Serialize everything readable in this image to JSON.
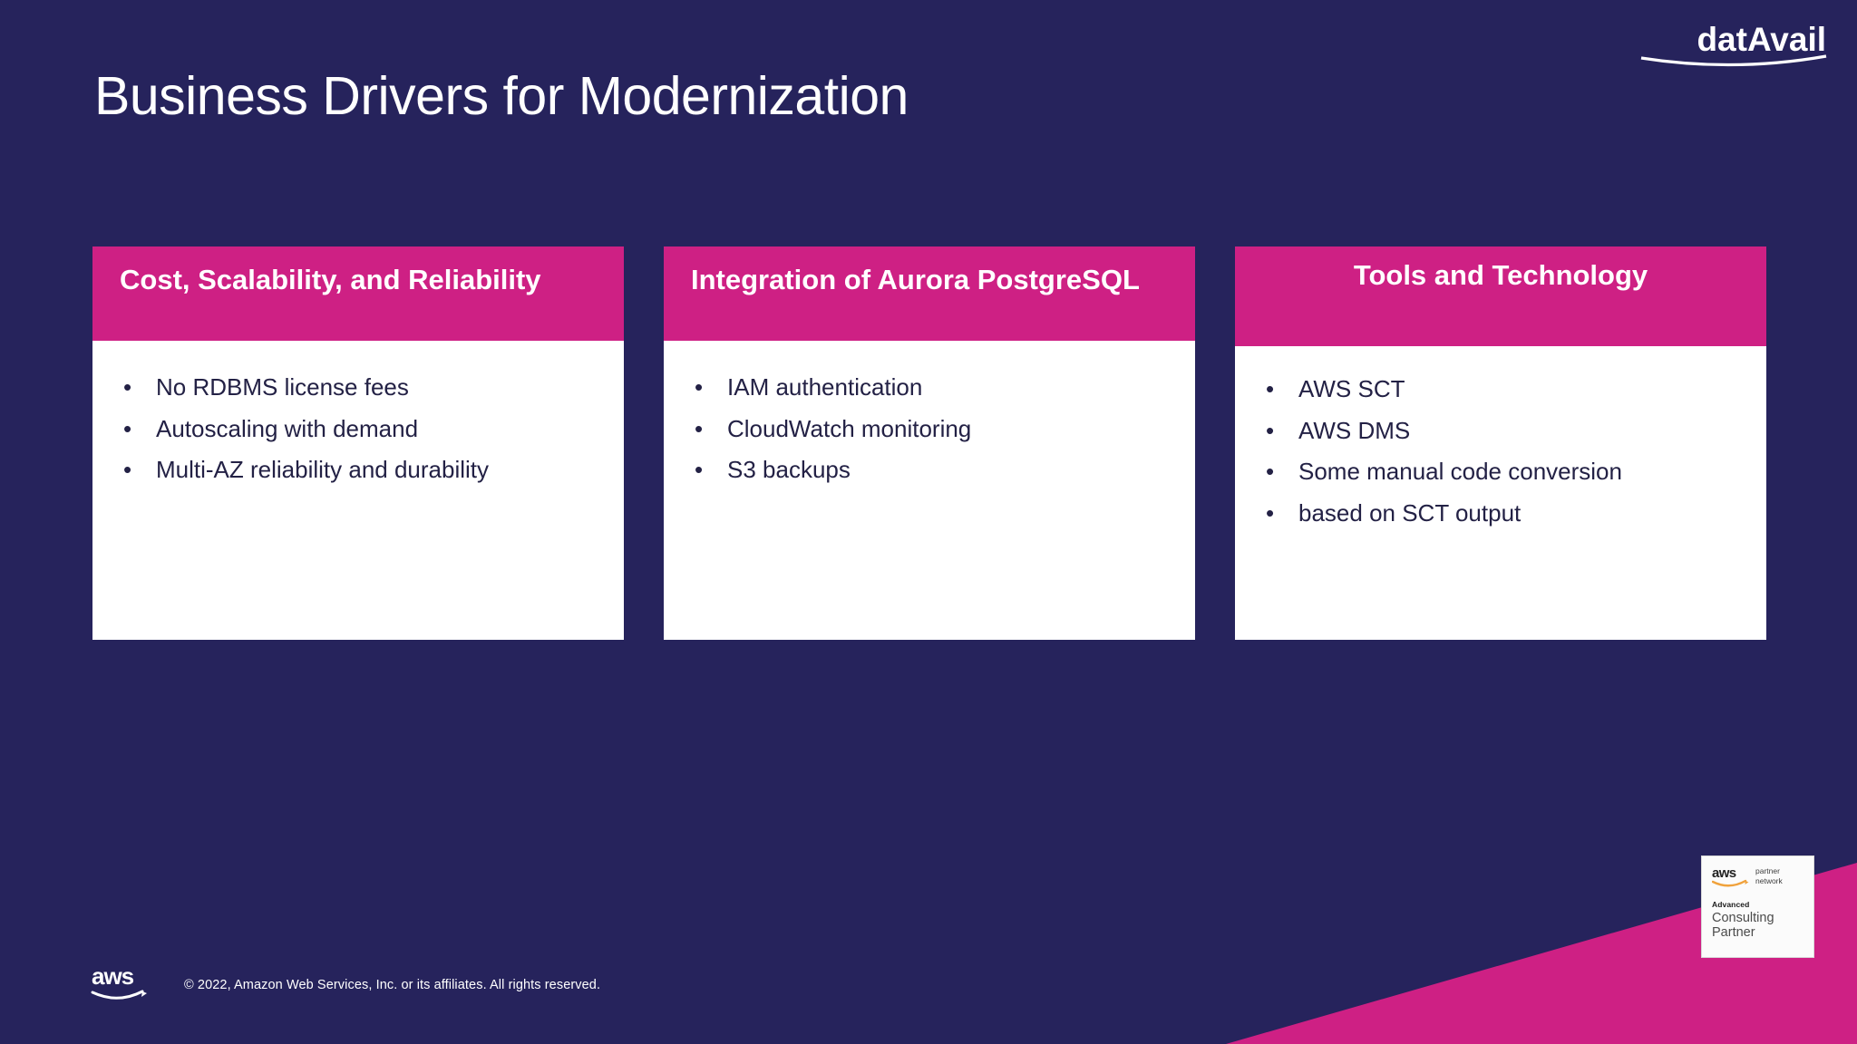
{
  "theme": {
    "background": "#26235C",
    "accent_magenta": "#CE2084",
    "card_body": "#FFFFFF",
    "body_text": "#232145"
  },
  "brand": {
    "logo_text": "datAvail"
  },
  "title": "Business Drivers for Modernization",
  "cards": [
    {
      "heading": "Cost, Scalability, and Reliability",
      "align": "left",
      "bullets": [
        "No RDBMS license fees",
        "Autoscaling with demand",
        "Multi-AZ reliability and durability"
      ]
    },
    {
      "heading": "Integration of Aurora PostgreSQL",
      "align": "left",
      "bullets": [
        "IAM authentication",
        "CloudWatch monitoring",
        "S3 backups"
      ]
    },
    {
      "heading": "Tools and Technology",
      "align": "center",
      "bullets": [
        "AWS SCT",
        "AWS DMS",
        "Some manual code conversion",
        "based on SCT output"
      ]
    }
  ],
  "footer": {
    "aws_logo": "aws-logo",
    "copyright": "© 2022, Amazon Web Services, Inc. or its affiliates. All rights reserved."
  },
  "partner_badge": {
    "aws_mark": "aws",
    "network_line1": "partner",
    "network_line2": "network",
    "tier": "Advanced",
    "role_line1": "Consulting",
    "role_line2": "Partner"
  },
  "bullet_glyph": "•"
}
